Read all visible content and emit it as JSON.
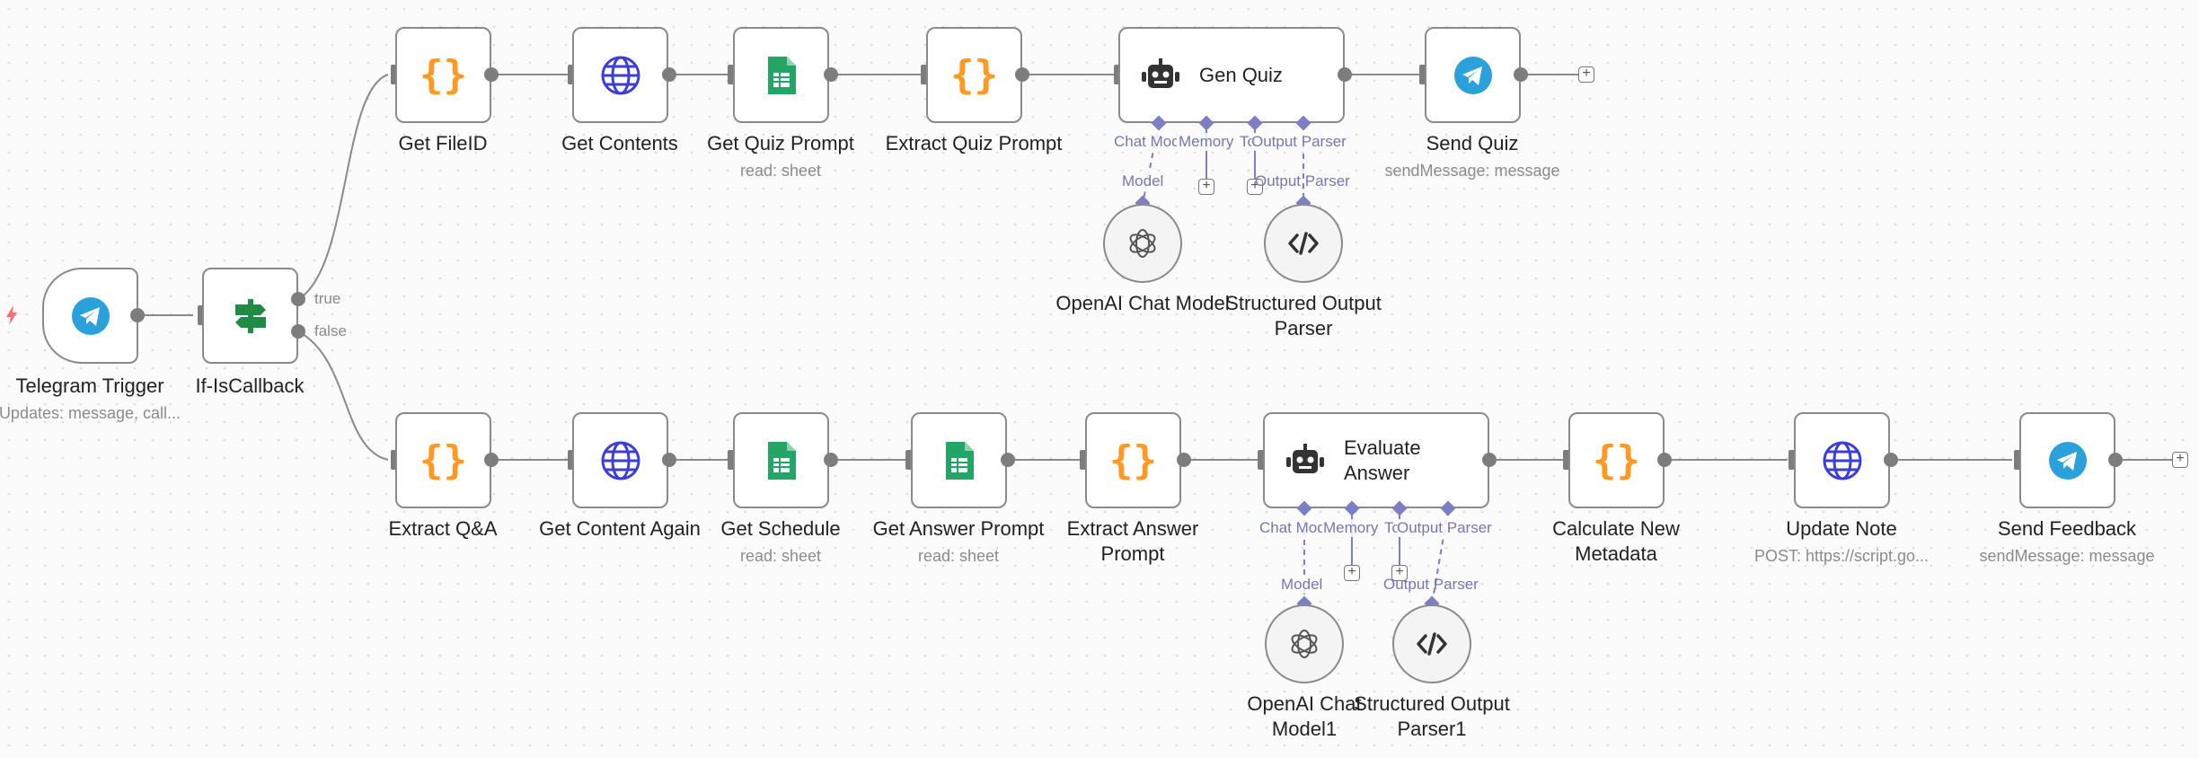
{
  "colors": {
    "telegram": "#2aa1da",
    "code_orange": "#ff9922",
    "http_blue": "#3b3fd8",
    "sheets_green": "#23a566",
    "if_green": "#1f8c45",
    "agent_dark": "#333333",
    "sub_port": "#7d7ec4"
  },
  "trigger": {
    "title": "Telegram Trigger",
    "subtitle": "Updates: message, call...",
    "icon": "telegram-icon"
  },
  "if_node": {
    "title": "If-IsCallback",
    "true_label": "true",
    "false_label": "false",
    "icon": "signpost-icon"
  },
  "top": {
    "get_fileid": {
      "title": "Get FileID",
      "icon": "code-braces-icon"
    },
    "get_contents": {
      "title": "Get Contents",
      "icon": "globe-icon"
    },
    "get_quiz_prompt": {
      "title": "Get Quiz Prompt",
      "subtitle": "read: sheet",
      "icon": "sheets-icon"
    },
    "extract_quiz_prompt": {
      "title": "Extract Quiz Prompt",
      "icon": "code-braces-icon"
    },
    "gen_quiz": {
      "title": "Gen Quiz",
      "icon": "robot-icon",
      "sub_chat": "Chat Model",
      "sub_memory": "Memory",
      "sub_tool": "Tool",
      "sub_parser": "Output Parser"
    },
    "send_quiz": {
      "title": "Send Quiz",
      "subtitle": "sendMessage: message",
      "icon": "telegram-icon"
    },
    "openai_chat_model": {
      "title": "OpenAI Chat Model",
      "edge_label": "Model",
      "icon": "openai-icon"
    },
    "structured_output_parser": {
      "title": "Structured Output Parser",
      "edge_label": "Output Parser",
      "icon": "code-tag-icon"
    }
  },
  "bottom": {
    "extract_qa": {
      "title": "Extract Q&A",
      "icon": "code-braces-icon"
    },
    "get_content_again": {
      "title": "Get Content Again",
      "icon": "globe-icon"
    },
    "get_schedule": {
      "title": "Get Schedule",
      "subtitle": "read: sheet",
      "icon": "sheets-icon"
    },
    "get_answer_prompt": {
      "title": "Get Answer Prompt",
      "subtitle": "read: sheet",
      "icon": "sheets-icon"
    },
    "extract_answer_prompt": {
      "title": "Extract Answer Prompt",
      "icon": "code-braces-icon"
    },
    "evaluate_answer": {
      "title": "Evaluate Answer",
      "icon": "robot-icon",
      "sub_chat": "Chat Model",
      "sub_memory": "Memory",
      "sub_tool": "Tool",
      "sub_parser": "Output Parser"
    },
    "calculate_new_metadata": {
      "title": "Calculate New Metadata",
      "icon": "code-braces-icon"
    },
    "update_note": {
      "title": "Update Note",
      "subtitle": "POST: https://script.go...",
      "icon": "globe-icon"
    },
    "send_feedback": {
      "title": "Send Feedback",
      "subtitle": "sendMessage: message",
      "icon": "telegram-icon"
    },
    "openai_chat_model1": {
      "title": "OpenAI Chat Model1",
      "edge_label": "Model",
      "icon": "openai-icon"
    },
    "structured_output_parser1": {
      "title": "Structured Output Parser1",
      "edge_label": "Output Parser",
      "icon": "code-tag-icon"
    }
  }
}
